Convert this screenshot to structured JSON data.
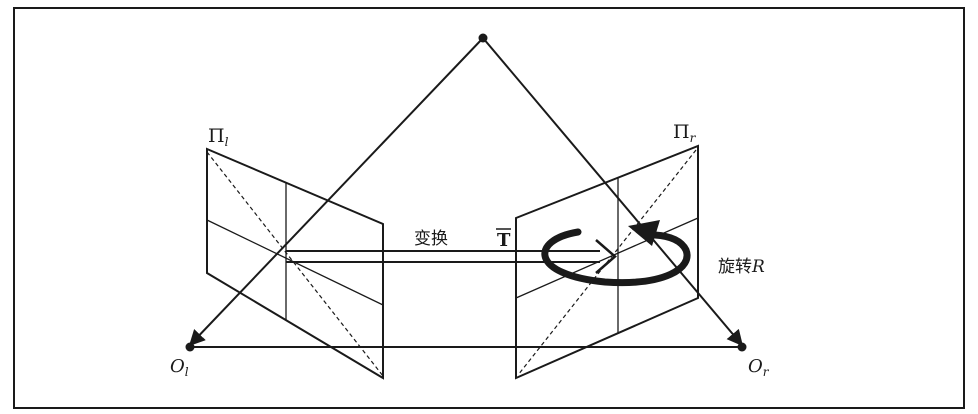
{
  "labels": {
    "left_plane": "Π",
    "left_plane_sub": "l",
    "right_plane": "Π",
    "right_plane_sub": "r",
    "translation_cn": "变换",
    "translation_symbol": "T",
    "rotation_cn": "旋转",
    "rotation_symbol": "R",
    "left_center": "O",
    "left_center_sub": "l",
    "right_center": "O",
    "right_center_sub": "r"
  },
  "colors": {
    "ink": "#1a1a1a",
    "background": "#ffffff"
  }
}
